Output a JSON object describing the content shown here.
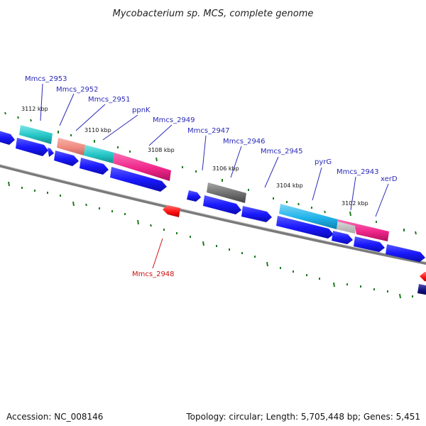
{
  "title": "Mycobacterium sp. MCS, complete genome",
  "footer": {
    "accession": "Accession: NC_008146",
    "topology": "Topology: circular; Length: 5,705,448 bp; Genes: 5,451"
  },
  "colors": {
    "cds_blue": "#1a1aff",
    "cyan": "#25c6c6",
    "salmon": "#f08a80",
    "magenta": "#f0278a",
    "sky": "#1fb3ea",
    "grey": "#6e6e6e",
    "red": "#ff1010",
    "navy": "#101080",
    "tick_green": "#1f7a1f",
    "label_blue": "#2a2ab8",
    "label_red": "#d01010"
  },
  "scale_labels": [
    "3112 kbp",
    "3110 kbp",
    "3108 kbp",
    "3106 kbp",
    "3104 kbp",
    "3102 kbp"
  ],
  "gene_labels": [
    {
      "text": "Mmcs_2953",
      "color": "blue"
    },
    {
      "text": "Mmcs_2952",
      "color": "blue"
    },
    {
      "text": "Mmcs_2951",
      "color": "blue"
    },
    {
      "text": "ppnK",
      "color": "blue"
    },
    {
      "text": "Mmcs_2949",
      "color": "blue"
    },
    {
      "text": "Mmcs_2947",
      "color": "blue"
    },
    {
      "text": "Mmcs_2946",
      "color": "blue"
    },
    {
      "text": "Mmcs_2945",
      "color": "blue"
    },
    {
      "text": "pyrG",
      "color": "blue"
    },
    {
      "text": "Mmcs_2943",
      "color": "blue"
    },
    {
      "text": "xerD",
      "color": "blue"
    },
    {
      "text": "Mmcs_2948",
      "color": "red"
    }
  ]
}
